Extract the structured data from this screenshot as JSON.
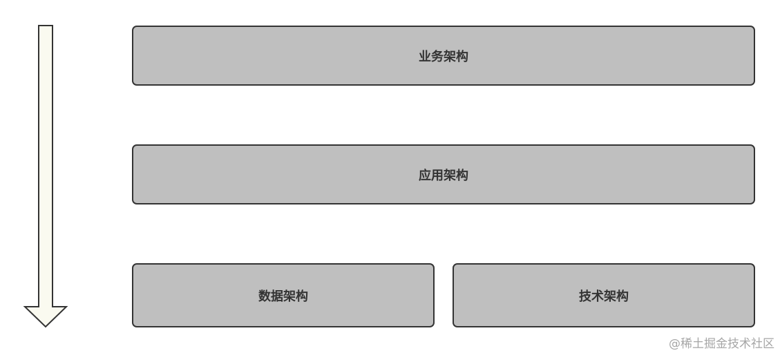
{
  "diagram": {
    "layers": [
      {
        "label": "业务架构"
      },
      {
        "label": "应用架构"
      },
      {
        "label": "数据架构"
      },
      {
        "label": "技术架构"
      }
    ],
    "arrow": {
      "direction": "down",
      "fill": "#fafaf0",
      "stroke": "#333333"
    },
    "colors": {
      "box_fill": "#bfbfbf",
      "box_border": "#333333",
      "text": "#333333"
    }
  },
  "watermark": "@稀土掘金技术社区"
}
